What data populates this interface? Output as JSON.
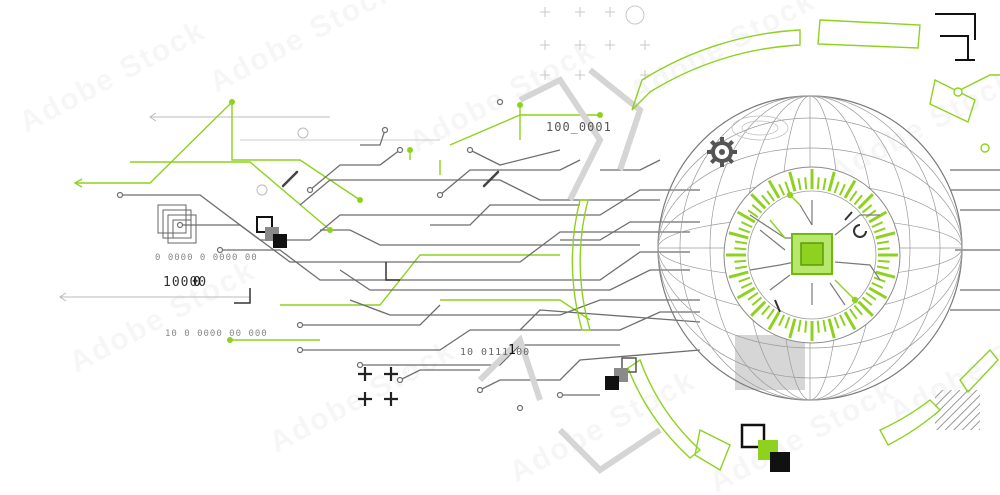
{
  "image": {
    "watermark_text": "Adobe Stock",
    "stock_id": "#190713785",
    "palette": {
      "background": "#ffffff",
      "accent": "#8ed21f",
      "circuit": "#6e6e6e",
      "dark": "#111111"
    }
  },
  "binary_labels": {
    "a": "100_0001",
    "b": "10000",
    "c": "0",
    "d": "1",
    "e": "10 0111 00",
    "f": "0 0000 0 0000 00",
    "g": "10 0 0000 00 000"
  },
  "icons": [
    "gear-icon",
    "chip-icon",
    "globe-icon",
    "plus-icon"
  ]
}
